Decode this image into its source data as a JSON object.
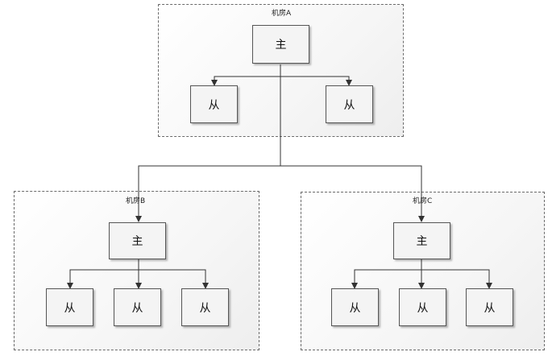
{
  "rooms": {
    "a": {
      "label": "机房A",
      "master": "主",
      "slaves": [
        "从",
        "从"
      ]
    },
    "b": {
      "label": "机房B",
      "master": "主",
      "slaves": [
        "从",
        "从",
        "从"
      ]
    },
    "c": {
      "label": "机房C",
      "master": "主",
      "slaves": [
        "从",
        "从",
        "从"
      ]
    }
  }
}
